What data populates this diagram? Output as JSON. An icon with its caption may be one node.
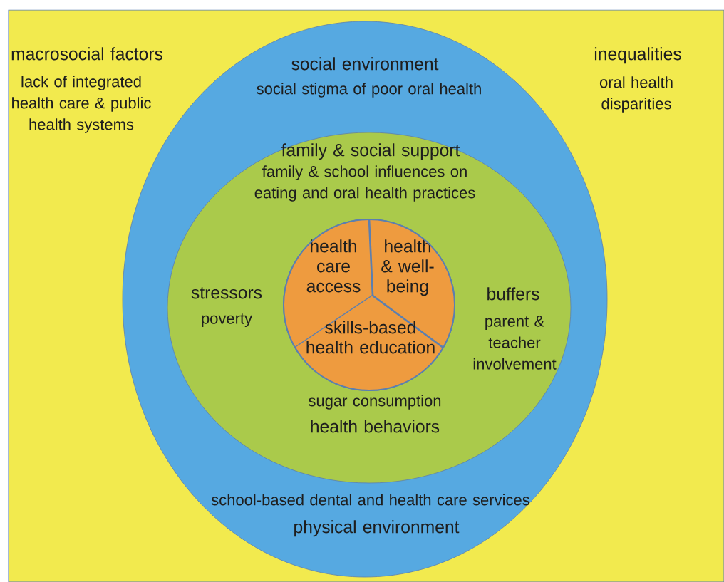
{
  "diagram": {
    "nodes": [
      {
        "text": [
          "macrosocial factors",
          "lack of integrated health care & public health systems",
          "inequalities",
          "oral health disparities"
        ]
      },
      {
        "text": [
          "social environment",
          "social stigma of poor oral health",
          "school-based dental and health care services",
          "physical environment"
        ],
        "in": 0
      },
      {
        "text": [
          "family & social support",
          "family & school influences on eating and oral health practices",
          "stressors",
          "poverty",
          "buffers",
          "parent & teacher involvement",
          "sugar consumption",
          "health behaviors"
        ],
        "in": 1
      },
      {
        "text": [],
        "shape": "circle",
        "in": 2
      },
      {
        "text": [
          "health care access"
        ],
        "in": 3
      },
      {
        "text": [
          "health & well-being"
        ],
        "in": 3
      },
      {
        "text": [
          "skills-based health education"
        ],
        "in": 3
      }
    ]
  }
}
